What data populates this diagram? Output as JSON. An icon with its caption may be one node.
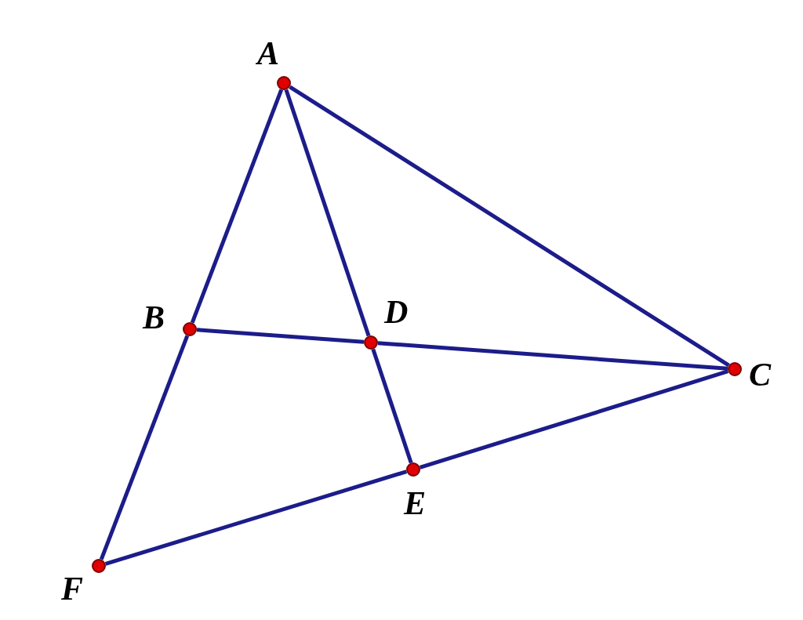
{
  "diagram": {
    "nodes": [
      {
        "text": [
          "A"
        ]
      },
      {
        "text": [
          "B"
        ]
      },
      {
        "text": [
          "D"
        ]
      },
      {
        "text": [
          "C"
        ]
      },
      {
        "text": [
          "E"
        ]
      },
      {
        "text": [
          "F"
        ]
      }
    ],
    "edges": [
      {
        "from": 0,
        "to": 1,
        "arrow": "none"
      },
      {
        "from": 0,
        "to": 2,
        "arrow": "none"
      },
      {
        "from": 0,
        "to": 3,
        "arrow": "none"
      },
      {
        "from": 1,
        "to": 2,
        "arrow": "none"
      },
      {
        "from": 2,
        "to": 3,
        "arrow": "none"
      },
      {
        "from": 1,
        "to": 5,
        "arrow": "none"
      },
      {
        "from": 2,
        "to": 4,
        "arrow": "none"
      },
      {
        "from": 5,
        "to": 4,
        "arrow": "none"
      },
      {
        "from": 4,
        "to": 3,
        "arrow": "none"
      }
    ]
  }
}
